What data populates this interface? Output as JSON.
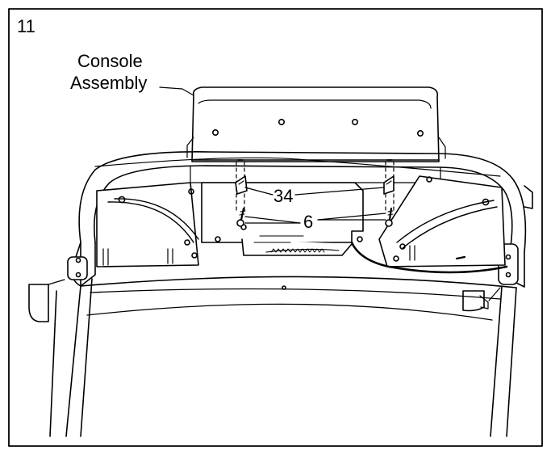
{
  "step_number": "11",
  "labels": {
    "console_line1": "Console",
    "console_line2": "Assembly",
    "part_34": "34",
    "part_6": "6"
  },
  "colors": {
    "ink": "#000000",
    "paper": "#ffffff"
  }
}
